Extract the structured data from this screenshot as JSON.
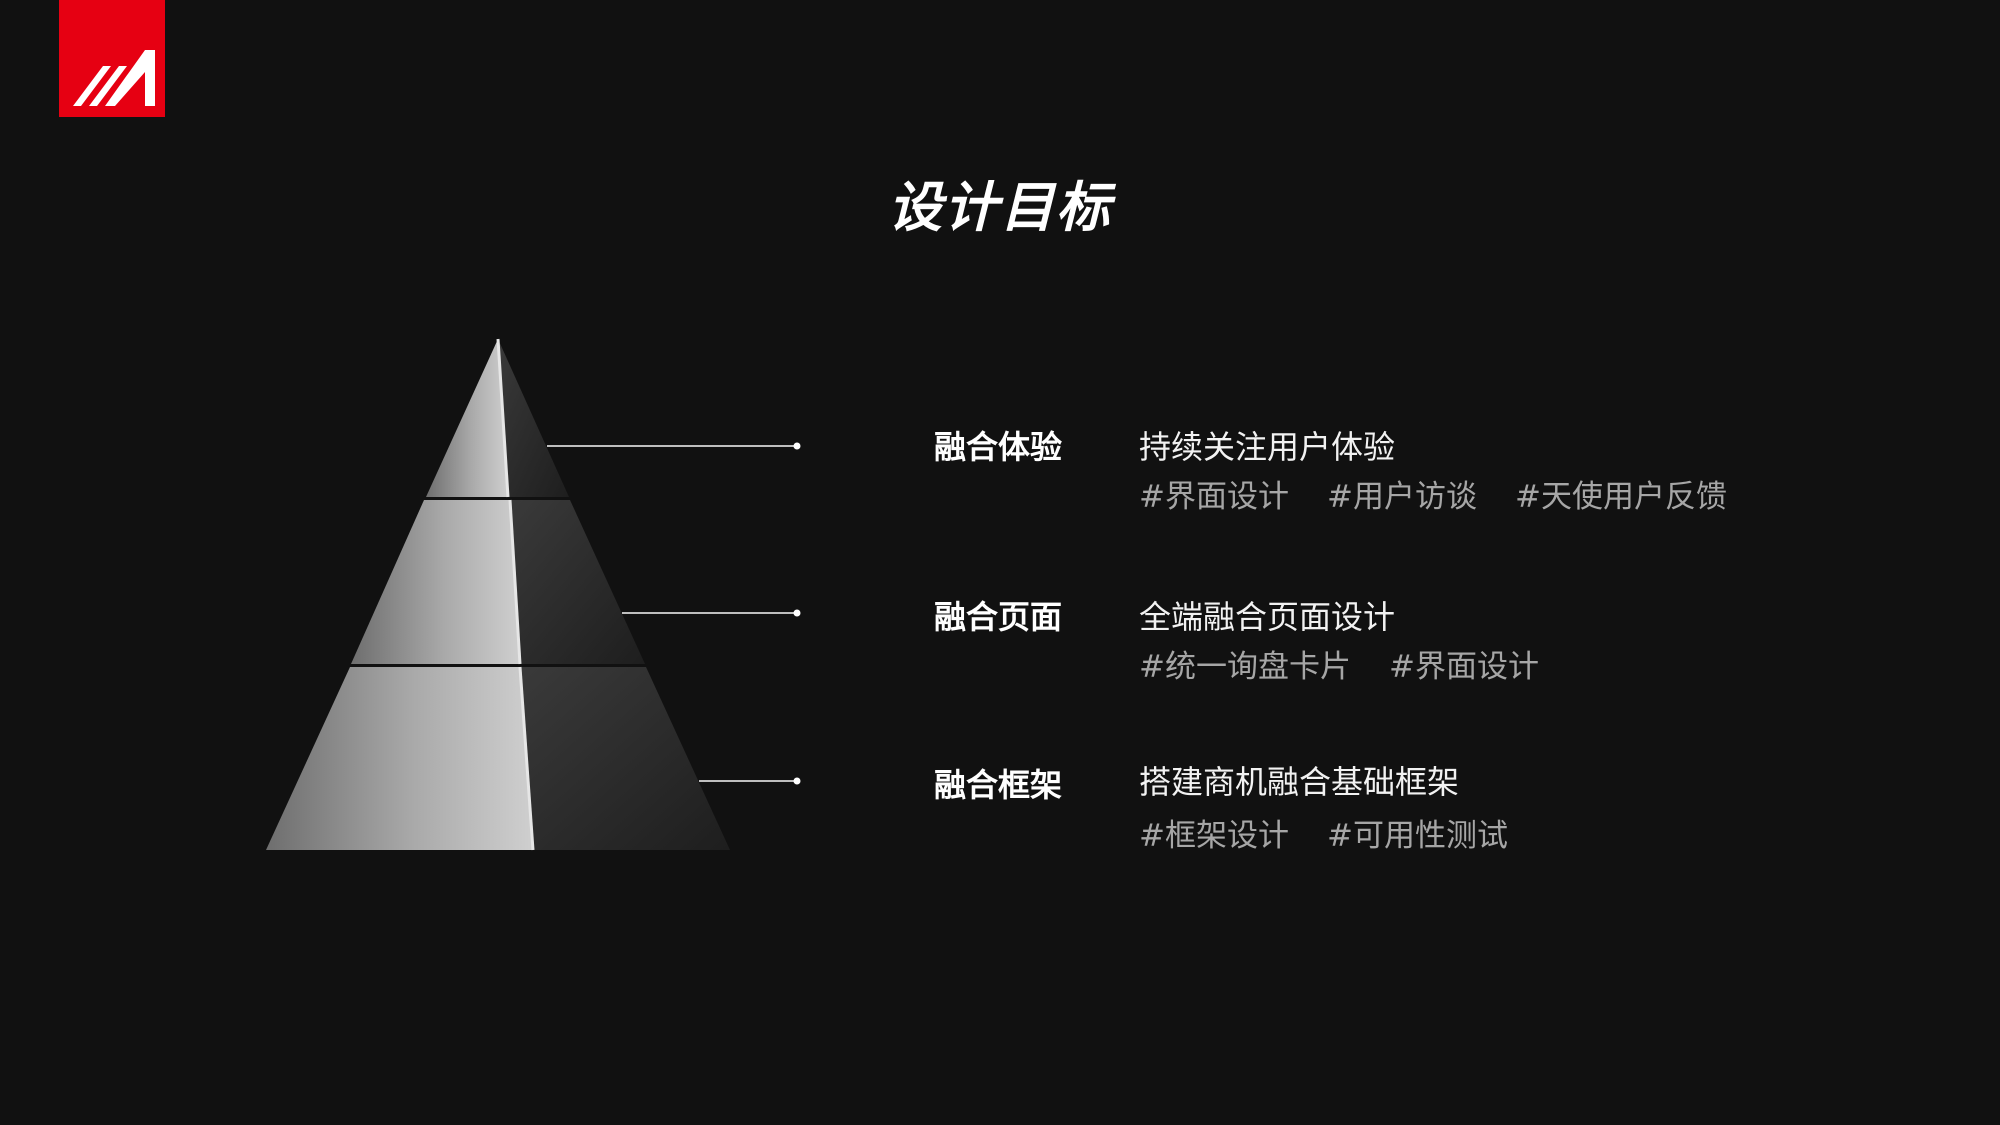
{
  "brand": {
    "logo_color": "#e60012",
    "logo_name": "m-brand-logo"
  },
  "header": {
    "title": "设计目标"
  },
  "colors": {
    "background": "#111111",
    "text_primary": "#ffffff",
    "text_secondary": "#a6a6a6",
    "connector": "#bfbfbf"
  },
  "pyramid": {
    "levels": [
      {
        "name": "融合体验",
        "goal": "持续关注用户体验",
        "tags": [
          "#界面设计",
          "#用户访谈",
          "#天使用户反馈"
        ]
      },
      {
        "name": "融合页面",
        "goal": "全端融合页面设计",
        "tags": [
          "#统一询盘卡片",
          "#界面设计"
        ]
      },
      {
        "name": "融合框架",
        "goal": "搭建商机融合基础框架",
        "tags": [
          "#框架设计",
          "#可用性测试"
        ]
      }
    ]
  }
}
